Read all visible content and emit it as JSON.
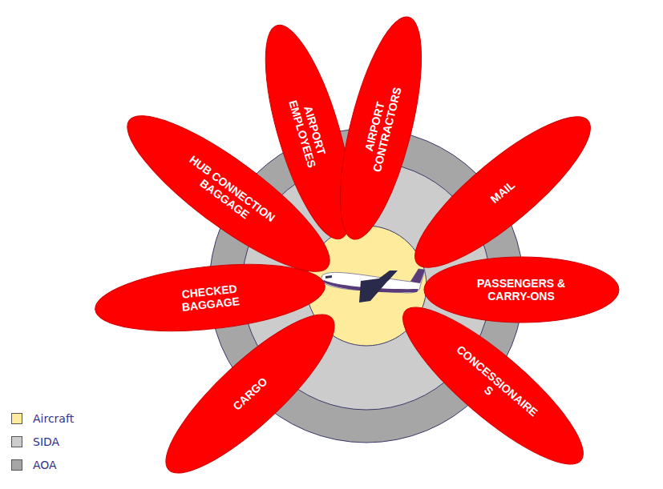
{
  "diagram": {
    "nodes": [
      {
        "text": [
          "AIRPORT EMPLOYEES"
        ]
      },
      {
        "text": [
          "AIRPORT CONTRACTORS"
        ]
      },
      {
        "text": [
          "MAIL"
        ]
      },
      {
        "text": [
          "PASSENGERS & CARRY-ONS"
        ]
      },
      {
        "text": [
          "CONCESSIONAIRE S"
        ]
      },
      {
        "text": [
          "CARGO"
        ]
      },
      {
        "text": [
          "CHECKED BAGGAGE"
        ]
      },
      {
        "text": [
          "HUB CONNECTION BAGGAGE"
        ]
      }
    ],
    "legend": [
      {
        "text": "Aircraft",
        "color": "#ffeb9c"
      },
      {
        "text": "SIDA",
        "color": "#cccccc"
      },
      {
        "text": "AOA",
        "color": "#a6a6a6"
      }
    ]
  }
}
